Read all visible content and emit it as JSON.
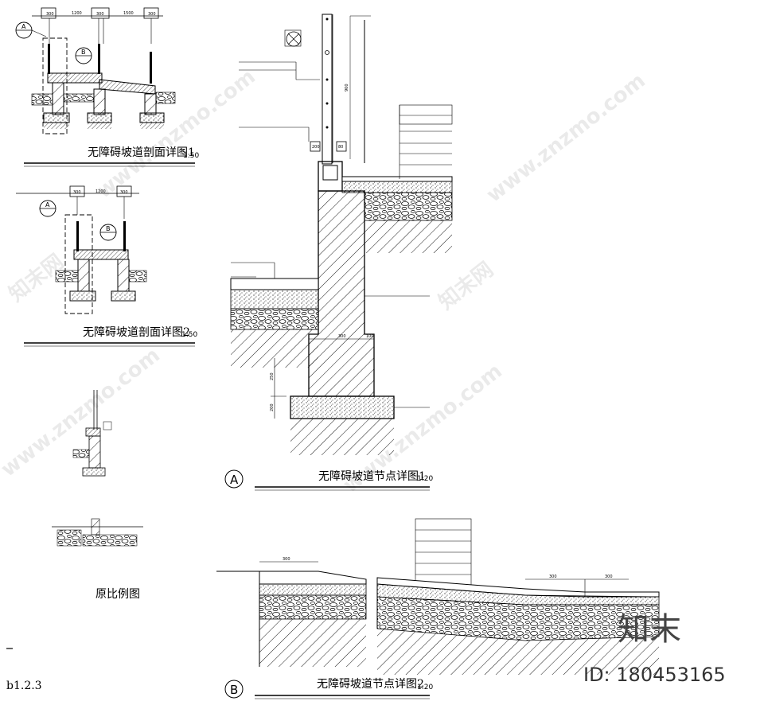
{
  "titles": {
    "section1": "无障碍坡道剖面详图1",
    "section1_scale": "1:50",
    "section2": "无障碍坡道剖面详图2",
    "section2_scale": "1:50",
    "original_scale": "原比例图",
    "nodeA": "无障碍坡道节点详图1",
    "nodeA_scale": "1:20",
    "nodeB": "无障碍坡道节点详图2",
    "nodeB_scale": "1:20",
    "code": "b1.2.3"
  },
  "markers": {
    "A": "A",
    "B": "B"
  },
  "dims": {
    "d300": "300",
    "d1200": "1200",
    "d1500": "1500",
    "d900": "900",
    "d200": "200",
    "d250": "250",
    "d100": "100",
    "d80": "80"
  },
  "watermarks": {
    "site": "www.znzmo.com",
    "brand_short": "知末网",
    "brand": "知末",
    "id": "ID: 180453165"
  }
}
